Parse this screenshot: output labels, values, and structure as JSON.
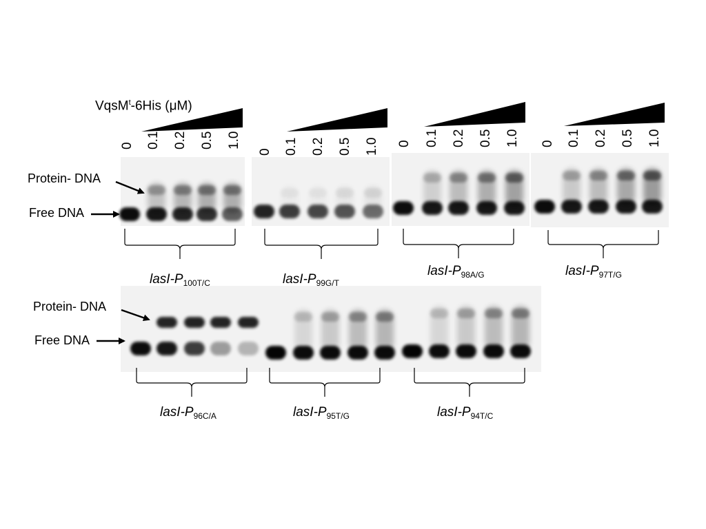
{
  "header": {
    "concentration_label": "VqsM",
    "superscript": "t",
    "suffix": "-6His (μM)"
  },
  "labels": {
    "protein_dna": "Protein- DNA",
    "free_dna": "Free DNA"
  },
  "lanes": [
    "0",
    "0.1",
    "0.2",
    "0.5",
    "1.0"
  ],
  "genes": [
    {
      "name": "lasI-P",
      "sub": "100T/C"
    },
    {
      "name": "lasI-P",
      "sub": "99G/T"
    },
    {
      "name": "lasI-P",
      "sub": "98A/G"
    },
    {
      "name": "lasI-P",
      "sub": "97T/G"
    },
    {
      "name": "lasI-P",
      "sub": "96C/A"
    },
    {
      "name": "lasI-P",
      "sub": "95T/G"
    },
    {
      "name": "lasI-P",
      "sub": "94T/C"
    }
  ],
  "colors": {
    "band": "#000000",
    "gel": "#f2f2f2",
    "background": "#ffffff"
  }
}
